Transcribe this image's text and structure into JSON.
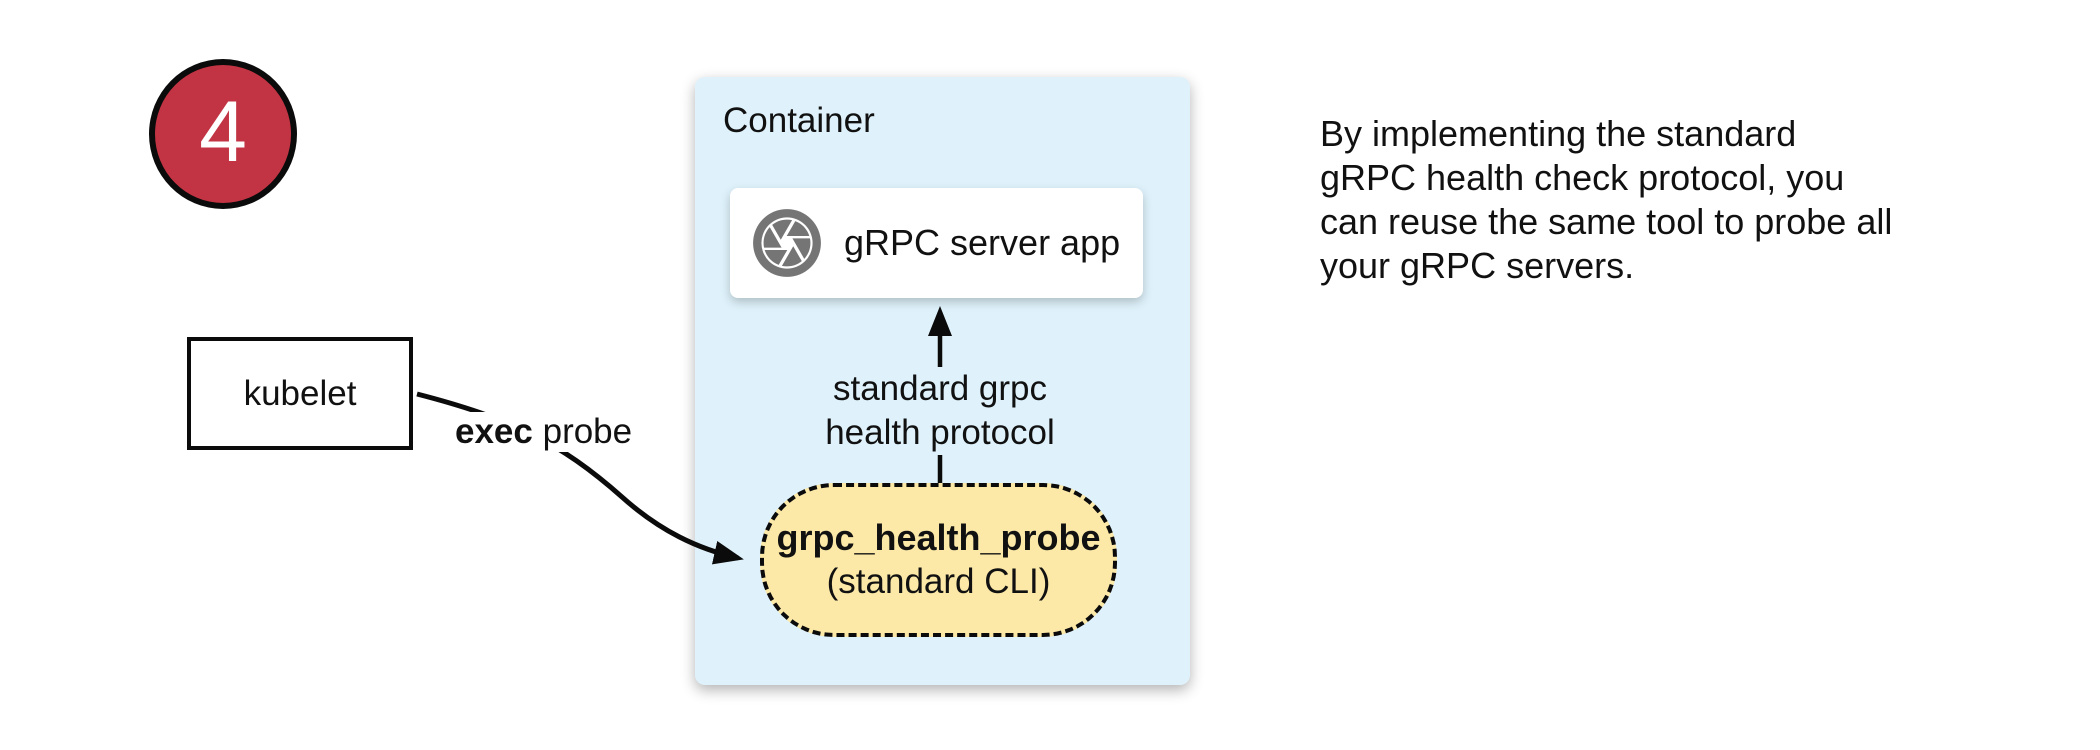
{
  "badge": {
    "number": "4",
    "fill_color": "#C23343"
  },
  "kubelet_box": {
    "label": "kubelet"
  },
  "container": {
    "label": "Container",
    "fill_color": "#DFF2FB"
  },
  "server_box": {
    "label": "gRPC server app",
    "icon": "aperture-icon",
    "icon_color": "#757575"
  },
  "protocol_label": {
    "line1": "standard grpc",
    "line2": "health protocol"
  },
  "probe_pill": {
    "line1": "grpc_health_probe",
    "line2": "(standard CLI)",
    "fill_color": "#FCE9A8"
  },
  "exec_label": {
    "bold": "exec",
    "rest": " probe"
  },
  "caption": {
    "lines": [
      "By implementing the standard",
      "gRPC health check protocol, you",
      "can reuse the same tool to probe all",
      "your gRPC servers."
    ]
  }
}
